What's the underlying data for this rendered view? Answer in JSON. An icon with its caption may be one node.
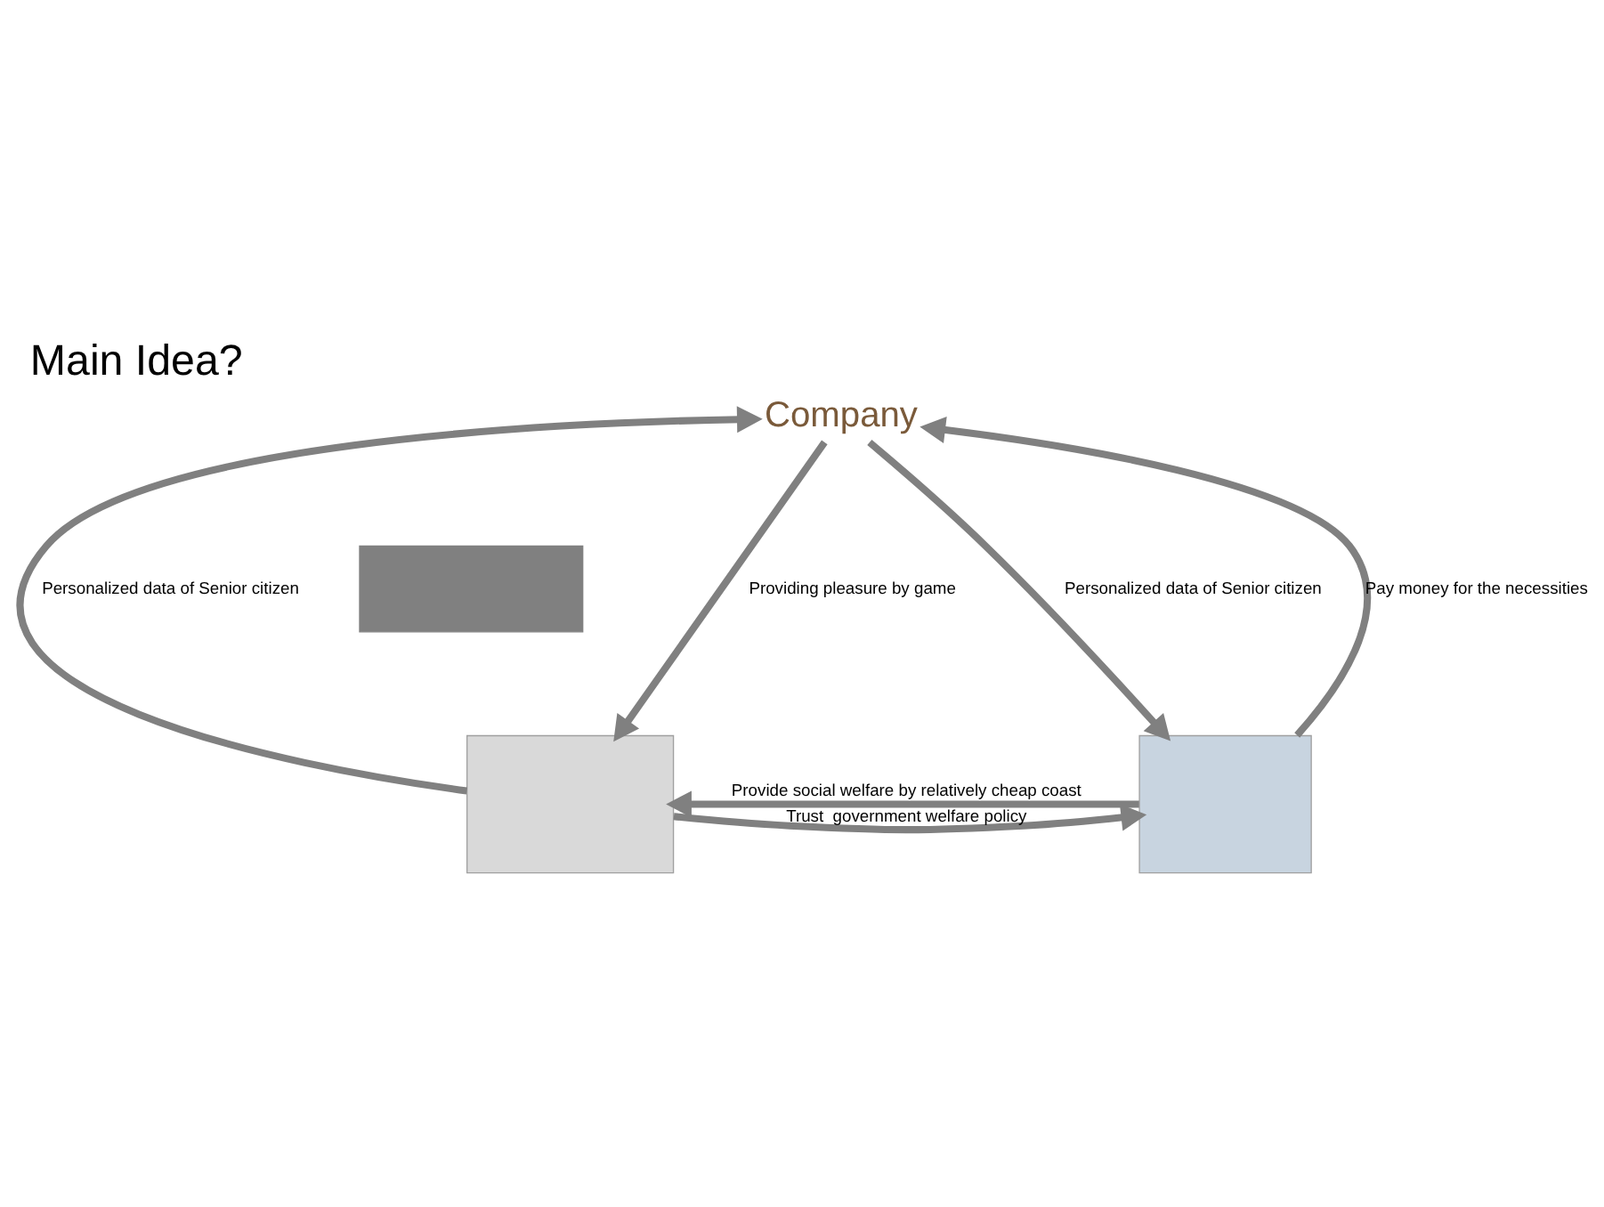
{
  "diagram": {
    "title": "Main Idea?",
    "nodes": [
      {
        "text": [
          "Company"
        ]
      },
      {
        "text": [],
        "shape": "box"
      },
      {
        "text": [],
        "shape": "box"
      },
      {
        "text": [],
        "shape": "box"
      }
    ],
    "edges": [
      {
        "from": 0,
        "to": 2,
        "arrow": "to",
        "label": "Providing pleasure by game"
      },
      {
        "from": 2,
        "to": 0,
        "arrow": "to",
        "label": "Personalized data of Senior citizen"
      },
      {
        "from": 0,
        "to": 3,
        "arrow": "to",
        "label": "Personalized data of Senior citizen"
      },
      {
        "from": 3,
        "to": 0,
        "arrow": "to",
        "label": "Pay money for the necessities"
      },
      {
        "from": 3,
        "to": 2,
        "arrow": "to",
        "label": "Provide social welfare by relatively cheap coast"
      },
      {
        "from": 2,
        "to": 3,
        "arrow": "to",
        "label": "Trust  government welfare policy"
      }
    ]
  }
}
